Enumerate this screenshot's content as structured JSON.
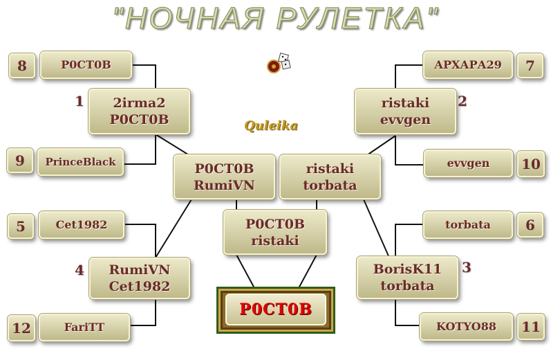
{
  "title": "\"НОЧНАЯ  РУЛЕТКА\"",
  "logo_text": "Quleika",
  "icons": {
    "decor": "roulette-dice-icon"
  },
  "seeds": {
    "s8": {
      "num": "8",
      "name": "P0CT0B"
    },
    "s9": {
      "num": "9",
      "name": "PrinceBlack"
    },
    "s5": {
      "num": "5",
      "name": "Cet1982"
    },
    "s12": {
      "num": "12",
      "name": "FariTT"
    },
    "s7": {
      "num": "7",
      "name": "АРХАРА29"
    },
    "s10": {
      "num": "10",
      "name": "evvgen"
    },
    "s6": {
      "num": "6",
      "name": "torbata"
    },
    "s11": {
      "num": "11",
      "name": "KOTYO88"
    }
  },
  "round2": {
    "m1": {
      "num": "1",
      "line1": "2irma2",
      "line2": "P0CT0B"
    },
    "m2": {
      "num": "2",
      "line1": "ristaki",
      "line2": "evvgen"
    },
    "m4": {
      "num": "4",
      "line1": "RumiVN",
      "line2": "Cet1982"
    },
    "m3": {
      "num": "3",
      "line1": "BorisK11",
      "line2": "torbata"
    }
  },
  "semis": {
    "left": {
      "line1": "P0CT0B",
      "line2": "RumiVN"
    },
    "right": {
      "line1": "ristaki",
      "line2": "torbata"
    }
  },
  "final": {
    "line1": "P0CT0B",
    "line2": "ristaki"
  },
  "winner": "P0CT0B",
  "colors": {
    "text": "#6a2a2a",
    "winner_text": "#e00000",
    "frame": "#2f5c1c"
  }
}
